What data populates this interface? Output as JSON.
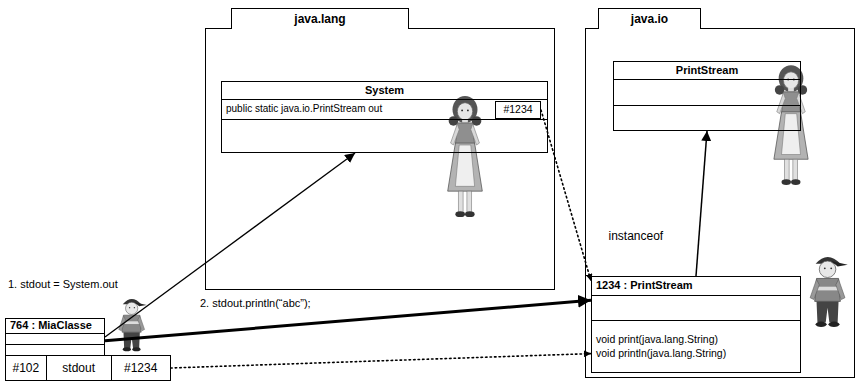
{
  "diagram": {
    "nodes": [
      {
        "text": [
          "java.lang"
        ]
      },
      {
        "text": [
          "System",
          "public static java.io.PrintStream out"
        ],
        "in": 0
      },
      {
        "text": [
          "#1234"
        ],
        "in": 1
      },
      {
        "text": [
          "java.io"
        ]
      },
      {
        "text": [
          "PrintStream"
        ],
        "in": 3
      },
      {
        "text": [
          "1234 : PrintStream",
          "void print(java.lang.String)",
          "void println(java.lang.String)"
        ],
        "in": 3
      },
      {
        "text": [
          "764 : MiaClasse"
        ]
      },
      {
        "text": [
          "#102",
          "stdout",
          "#1234"
        ]
      }
    ],
    "edges": [
      {
        "from": 6,
        "to": 1,
        "arrow": "to"
      },
      {
        "from": 6,
        "to": 5,
        "arrow": "to"
      },
      {
        "from": 2,
        "to": 5,
        "arrow": "to"
      },
      {
        "from": 7,
        "to": 5,
        "arrow": "to"
      },
      {
        "from": 5,
        "to": 4,
        "arrow": "to",
        "label": "instanceof"
      }
    ],
    "labels": [
      "1. stdout = System.out",
      "2. stdout.println(“abc”);"
    ]
  }
}
